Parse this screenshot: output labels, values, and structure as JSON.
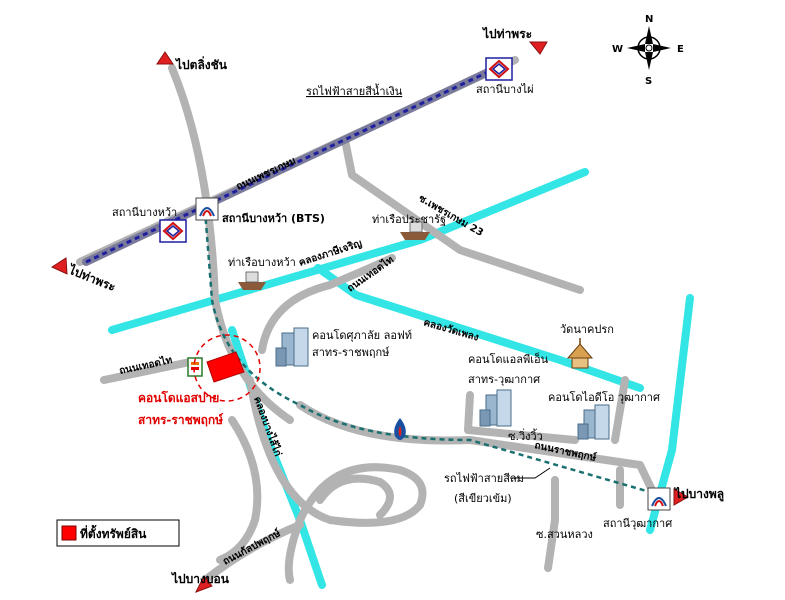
{
  "map": {
    "labels": {
      "to_taling_chan": "ไปตลิ่งชัน",
      "to_tha_phra_top": "ไปท่าพระ",
      "to_tha_phra_left": "ไปท่าพระ",
      "to_bang_phlu": "ไปบางพลู",
      "to_bang_bon": "ไปบางบอน",
      "blue_line": "รถไฟฟ้าสายสีน้ำเงิน",
      "bang_phai_station": "สถานีบางไผ่",
      "phetkasem_road": "ถนนเพชรเกษม",
      "bang_wa_station_left": "สถานีบางหว้า",
      "bang_wa_station_bts": "สถานีบางหว้า (BTS)",
      "pracha_rat_pier": "ท่าเรือประชารัฐ",
      "soi_phetkasem_23": "ซ.เพชรเกษม 23",
      "bang_wa_pier": "ท่าเรือบางหว้า",
      "khlong_phasi_charoen": "คลองภาษีเจริญ",
      "thot_thai_road_top": "ถนนเทอดไท",
      "khlong_wat_phleng": "คลองวัดเพลง",
      "wat_nak_prok": "วัดนาคปรก",
      "condo_supalai_loft": "คอนโดศุภาลัย ลอฟท์",
      "condo_supalai_loft_area": "สาทร-ราชพฤกษ์",
      "condo_lpn": "คอนโดแอลพีเอ็น",
      "condo_lpn_area": "สาทร-วุฒากาศ",
      "condo_ideo": "คอนโดไอดีโอ วุฒากาศ",
      "thot_thai_road_left": "ถนนเทอดไท",
      "condo_aspire": "คอนโดแอสปาย",
      "condo_aspire_area": "สาทร-ราชพฤกษ์",
      "khlong_bang_sai_kai": "คลองบางไส้ไก่",
      "soi_wing_wa": "ซ.วิ่งวิ้ว",
      "ratchaphruek_road": "ถนนราชพฤกษ์",
      "green_line": "รถไฟฟ้าสายสีลม",
      "green_line_sub": "(สีเขียวเข้ม)",
      "wutthakat_station": "สถานีวุฒากาศ",
      "soi_suan_luang": "ซ.สวนหลวง",
      "kanlapaphruek_road": "ถนนกัลปพฤกษ์",
      "legend_property": "ที่ตั้งทรัพย์สิน"
    },
    "compass": {
      "n": "N",
      "s": "S",
      "e": "E",
      "w": "W"
    },
    "colors": {
      "road": "#b3b3b3",
      "canal": "#33e5e5",
      "blue_line": "#1f1fa0",
      "green_line": "#1a7070",
      "property": "#ff0000",
      "arrow": "#e02020"
    }
  }
}
